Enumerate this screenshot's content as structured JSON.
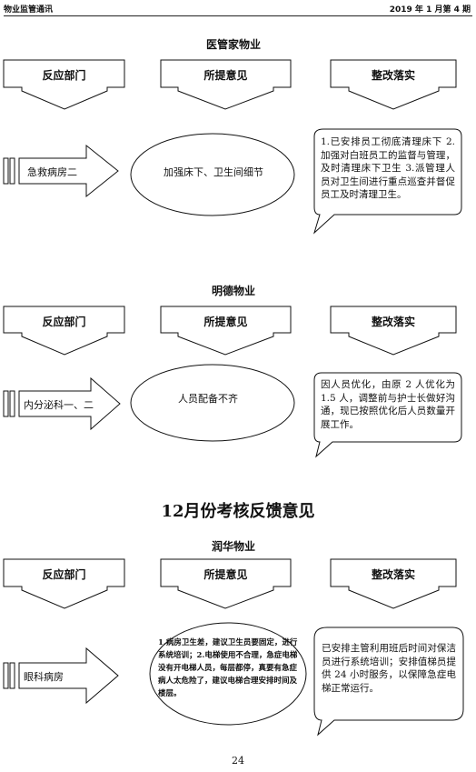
{
  "header": {
    "left": "物业监管通讯",
    "right": "2019 年 1 月第 4 期"
  },
  "columns": {
    "c1": "反应部门",
    "c2": "所提意见",
    "c3": "整改落实"
  },
  "sections": [
    {
      "company": "医管家物业",
      "dept": "急救病房二",
      "issue": "加强床下、卫生间细节",
      "action": "1.已安排员工彻底清理床下 2.加强对白班员工的监督与管理，及时清理床下卫生 3.派管理人员对卫生间进行重点巡查并督促员工及时清理卫生。"
    },
    {
      "company": "明德物业",
      "dept": "内分泌科一、二",
      "issue": "人员配备不齐",
      "action": "因人员优化，由原 2 人优化为 1.5 人，调整前与护士长做好沟通，现已按照优化后人员数量开展工作。"
    }
  ],
  "big_title": "12月份考核反馈意见",
  "section3": {
    "company": "润华物业",
    "dept": "眼科病房",
    "issue": "1.病房卫生差，建议卫生员要固定，进行系统培训；2.电梯使用不合理，急症电梯没有开电梯人员，每层都停，真要有急症病人太危险了，建议电梯合理安排时间及楼层。",
    "action": "已安排主管利用班后时间对保洁员进行系统培训；安排值梯员提供 24 小时服务，以保障急症电梯正常运行。"
  },
  "page_number": "24"
}
